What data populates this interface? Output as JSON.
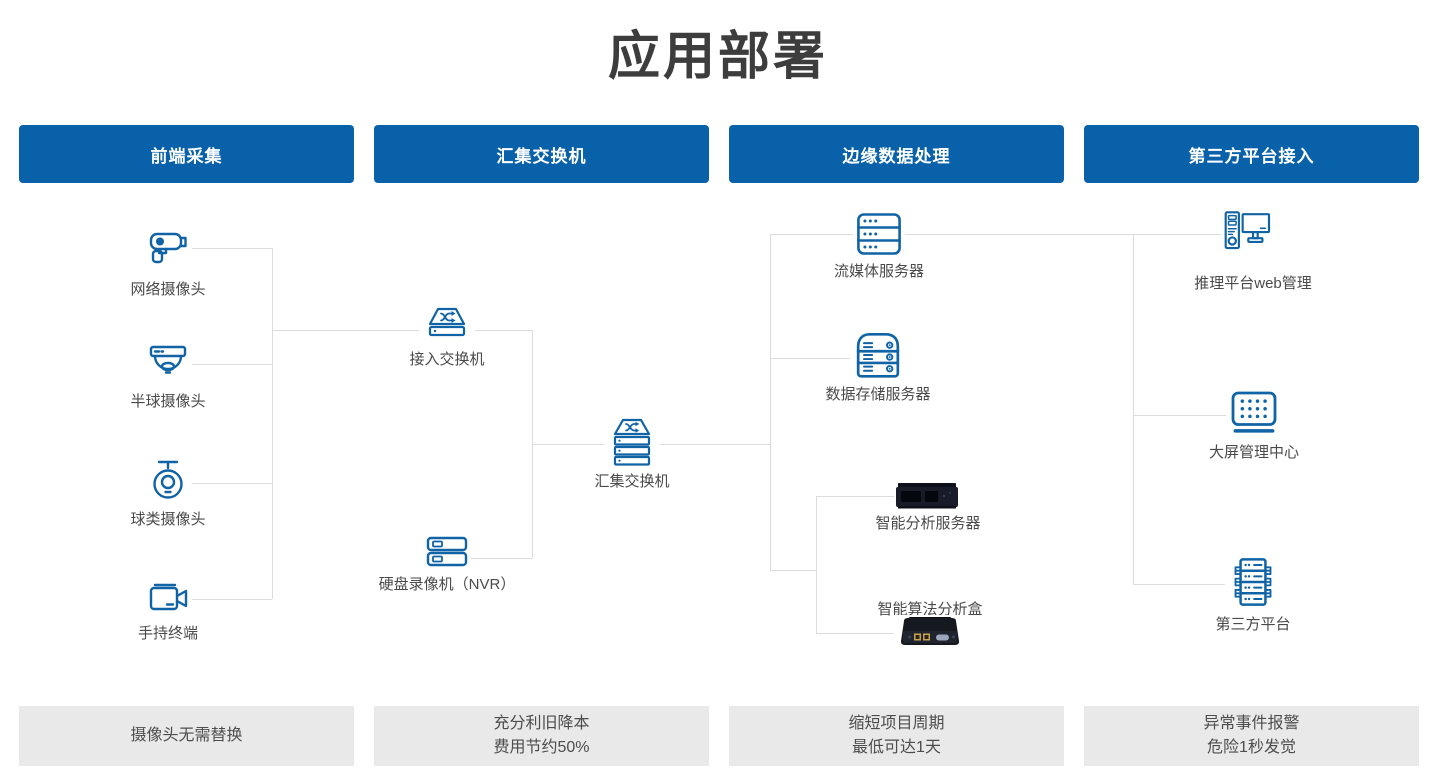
{
  "title": "应用部署",
  "columns": [
    {
      "header": "前端采集",
      "benefit": [
        "摄像头无需替换"
      ]
    },
    {
      "header": "汇集交换机",
      "benefit": [
        "充分利旧降本",
        "费用节约50%"
      ]
    },
    {
      "header": "边缘数据处理",
      "benefit": [
        "缩短项目周期",
        "最低可达1天"
      ]
    },
    {
      "header": "第三方平台接入",
      "benefit": [
        "异常事件报警",
        "危险1秒发觉"
      ]
    }
  ],
  "nodes": {
    "network_camera": "网络摄像头",
    "dome_camera": "半球摄像头",
    "ball_camera": "球类摄像头",
    "handheld_terminal": "手持终端",
    "access_switch": "接入交换机",
    "aggregation_switch": "汇集交换机",
    "nvr": "硬盘录像机（NVR）",
    "streaming_server": "流媒体服务器",
    "storage_server": "数据存储服务器",
    "analysis_server": "智能分析服务器",
    "algorithm_box": "智能算法分析盒",
    "inference_web": "推理平台web管理",
    "big_screen": "大屏管理中心",
    "third_party": "第三方平台"
  },
  "colors": {
    "header_blue": "#0961a9",
    "icon_blue": "#1063a5",
    "connector_gray": "#dcdcdc",
    "benefit_bg": "#e9e9e9",
    "title_color": "#3d3d3d",
    "label_color": "#4a4a4a"
  }
}
